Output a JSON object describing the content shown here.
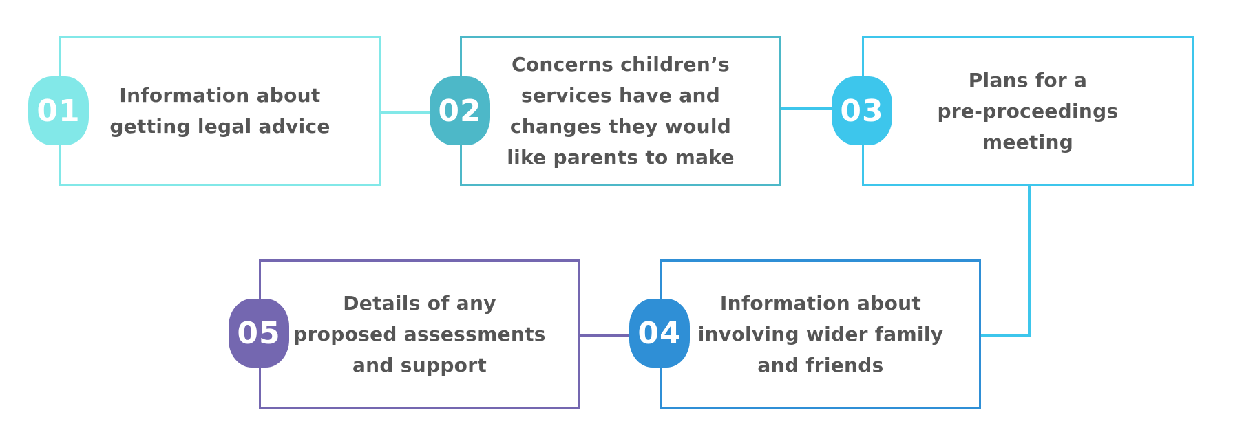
{
  "steps": [
    {
      "number": "01",
      "text": "Information about\ngetting legal advice",
      "color": "#82E8E8"
    },
    {
      "number": "02",
      "text": "Concerns children’s\nservices have and\nchanges they would\nlike parents to make",
      "color": "#4DB8C8"
    },
    {
      "number": "03",
      "text": "Plans for a\npre-proceedings\nmeeting",
      "color": "#3DC6EC"
    },
    {
      "number": "04",
      "text": "Information about\ninvolving wider family\nand friends",
      "color": "#2F8FD6"
    },
    {
      "number": "05",
      "text": "Details of any\nproposed assessments\nand support",
      "color": "#7467B0"
    }
  ]
}
